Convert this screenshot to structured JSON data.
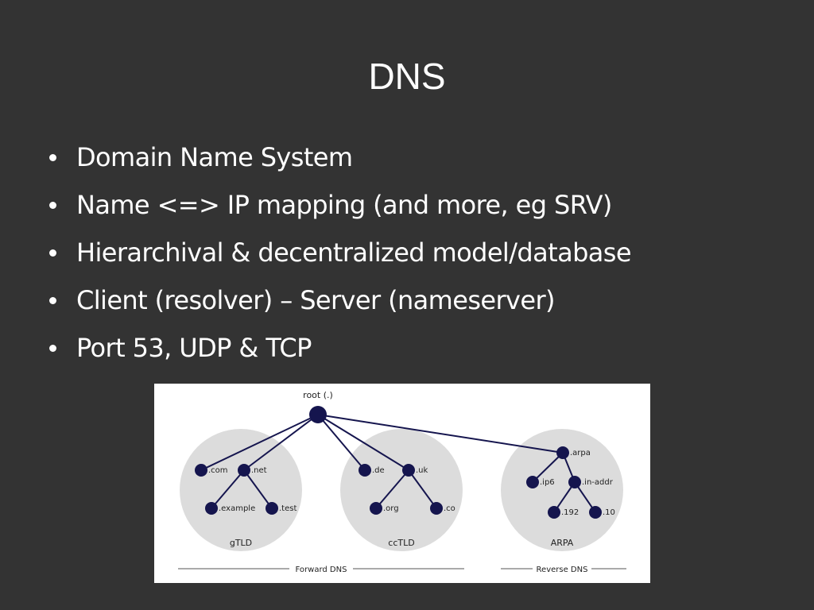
{
  "slide": {
    "title": "DNS",
    "bullets": [
      "Domain Name System",
      "Name <=> IP mapping (and more, eg SRV)",
      "Hierarchival & decentralized model/database",
      "Client (resolver) – Server (nameserver)",
      "Port 53, UDP & TCP"
    ]
  },
  "diagram": {
    "root_label": "root (.)",
    "groups": [
      {
        "label": "gTLD"
      },
      {
        "label": "ccTLD"
      },
      {
        "label": "ARPA"
      }
    ],
    "nodes": {
      "com": ".com",
      "net": ".net",
      "example": ".example",
      "test": ".test",
      "de": ".de",
      "uk": ".uk",
      "org": ".org",
      "co": ".co",
      "arpa": ".arpa",
      "ip6": ".ip6",
      "in_addr": ".in-addr",
      "n192": ".192",
      "n10": ".10"
    },
    "footer": {
      "forward": "Forward DNS",
      "reverse": "Reverse DNS"
    },
    "colors": {
      "node": "#15154e",
      "circle": "#dcdcdc",
      "line": "#15154e"
    }
  }
}
